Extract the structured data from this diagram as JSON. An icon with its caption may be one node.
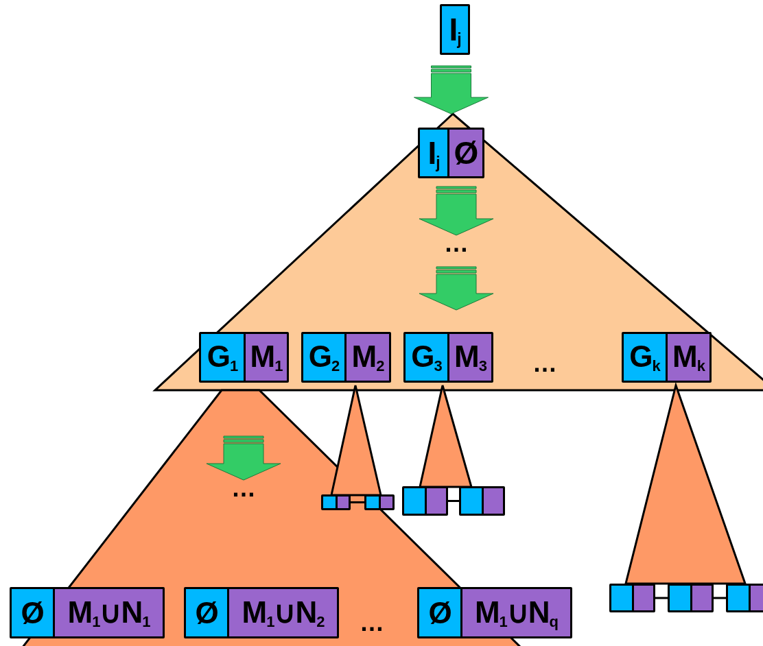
{
  "diagram": {
    "nodes": [
      {
        "text": [
          "I$_{j}$"
        ]
      },
      {
        "text": [
          "I$_{j}$",
          "Ø"
        ]
      },
      {
        "text": [
          "…"
        ]
      },
      {
        "text": [
          "G$_{1}$",
          "M$_{1}$"
        ]
      },
      {
        "text": [
          "G$_{2}$",
          "M$_{2}$"
        ]
      },
      {
        "text": [
          "G$_{3}$",
          "M$_{3}$"
        ]
      },
      {
        "text": [
          "G$_{k}$",
          "M$_{k}$"
        ]
      },
      {
        "text": [
          "…"
        ]
      },
      {
        "text": [],
        "shape": "box"
      },
      {
        "text": [],
        "shape": "box"
      },
      {
        "text": [],
        "shape": "box"
      },
      {
        "text": [],
        "shape": "box"
      },
      {
        "text": [
          "Ø",
          "M$_{1}$∪N$_{1}$"
        ]
      },
      {
        "text": [
          "Ø",
          "M$_{1}$∪N$_{2}$"
        ]
      },
      {
        "text": [
          "Ø",
          "M$_{1}$∪N$_{q}$"
        ]
      },
      {
        "text": [],
        "shape": "box"
      },
      {
        "text": [],
        "shape": "box"
      },
      {
        "text": [],
        "shape": "box"
      }
    ],
    "edges": [
      {
        "from": 0,
        "to": 1,
        "arrow": "to"
      },
      {
        "from": 1,
        "to": 2,
        "arrow": "to"
      },
      {
        "from": 2,
        "to": null,
        "arrow": "to"
      },
      {
        "from": null,
        "to": 7,
        "arrow": "to"
      },
      {
        "from": 8,
        "to": 9,
        "arrow": "none"
      },
      {
        "from": 10,
        "to": 11,
        "arrow": "none"
      },
      {
        "from": 15,
        "to": 16,
        "arrow": "none"
      },
      {
        "from": 16,
        "to": 17,
        "arrow": "none"
      }
    ],
    "labels": [
      "…",
      "…"
    ]
  }
}
